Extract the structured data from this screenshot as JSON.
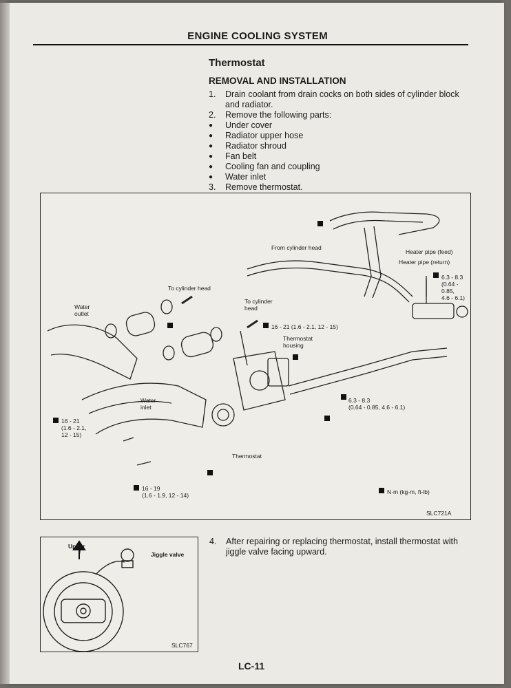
{
  "header": {
    "title": "ENGINE COOLING SYSTEM"
  },
  "section": {
    "title": "Thermostat",
    "subtitle": "REMOVAL AND INSTALLATION"
  },
  "steps": {
    "s1_num": "1.",
    "s1": "Drain coolant from drain cocks on both sides of cylinder block and radiator.",
    "s2_num": "2.",
    "s2": "Remove the following parts:",
    "parts": [
      "Under cover",
      "Radiator upper hose",
      "Radiator shroud",
      "Fan belt",
      "Cooling fan and coupling",
      "Water inlet"
    ],
    "s3_num": "3.",
    "s3": "Remove thermostat.",
    "s4_num": "4.",
    "s4": "After repairing or replacing thermostat, install thermostat with jiggle valve facing upward."
  },
  "figure": {
    "labels": {
      "from_cylinder_head": "From cylinder head",
      "heater_pipe_feed": "Heater pipe (feed)",
      "heater_pipe_return": "Heater pipe (return)",
      "torque_right": "6.3 - 8.3\n(0.64 - 0.85,\n4.6 - 6.1)",
      "to_cylinder_head_1": "To cylinder head",
      "to_cylinder_head_2": "To cylinder\nhead",
      "water_outlet": "Water\noutlet",
      "torque_mid": "16 - 21 (1.6 - 2.1, 12 - 15)",
      "thermostat_housing": "Thermostat\nhousing",
      "water_inlet": "Water\ninlet",
      "torque_left": "16 - 21\n(1.6 - 2.1,\n12 - 15)",
      "torque_housing": "6.3 - 8.3\n(0.64 - 0.85, 4.6 - 6.1)",
      "thermostat": "Thermostat",
      "torque_bottom": "16 - 19\n(1.6 - 1.9, 12 - 14)",
      "units": "N·m (kg-m, ft-lb)",
      "code": "SLC721A"
    }
  },
  "small_figure": {
    "upper": "Upper",
    "jiggle_valve": "Jiggle valve",
    "code": "SLC767"
  },
  "footer": {
    "page": "LC-11"
  }
}
